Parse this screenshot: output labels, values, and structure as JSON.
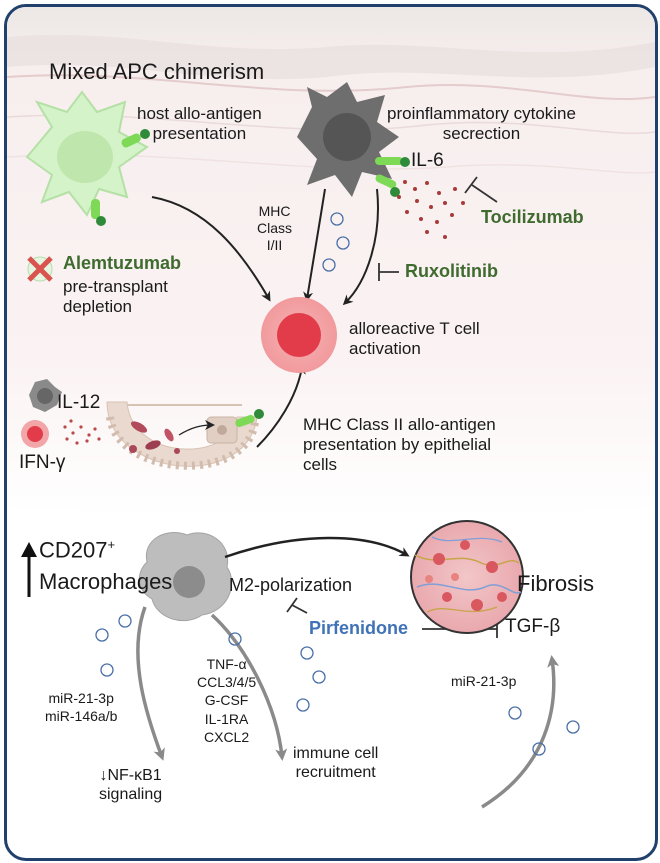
{
  "colors": {
    "border": "#21406c",
    "drug_green": "#3f6b2f",
    "drug_blue": "#3f72b6",
    "arrow_dark": "#222222",
    "arrow_grey": "#8a8a8a",
    "tcell": "#e23c4a"
  },
  "top": {
    "title": "Mixed APC chimerism",
    "host_presentation": [
      "host allo-antigen",
      "presentation"
    ],
    "cytokine_secretion": [
      "proinflammatory cytokine",
      "secrection"
    ],
    "il6": "IL-6",
    "tocilizumab": "Tocilizumab",
    "mhc": [
      "MHC",
      "Class",
      "I/II"
    ],
    "ruxolitinib": "Ruxolitinib",
    "alemtuzumab": "Alemtuzumab",
    "pretransplant": [
      "pre-transplant",
      "depletion"
    ],
    "tcell_activation": [
      "alloreactive T cell",
      "activation"
    ],
    "il12": "IL-12",
    "ifng": "IFN-γ",
    "epithelial": [
      "MHC Class II allo-antigen",
      "presentation by epithelial",
      "cells"
    ]
  },
  "bottom": {
    "cd207": "CD207",
    "cd207_sup": "+",
    "macrophages": "Macrophages",
    "m2": "M2-polarization",
    "fibrosis": "Fibrosis",
    "pirfenidone": "Pirfenidone",
    "tgfb": "TGF-β",
    "mir_left": [
      "miR-21-3p",
      "miR-146a/b"
    ],
    "cytokines": [
      "TNF-α",
      "CCL3/4/5",
      "G-CSF",
      "IL-1RA",
      "CXCL2"
    ],
    "mir_right": "miR-21-3p",
    "nfkb_arrow": "↓",
    "nfkb": [
      "NF-κB1",
      "signaling"
    ],
    "recruitment": [
      "immune cell",
      "recruitment"
    ]
  }
}
